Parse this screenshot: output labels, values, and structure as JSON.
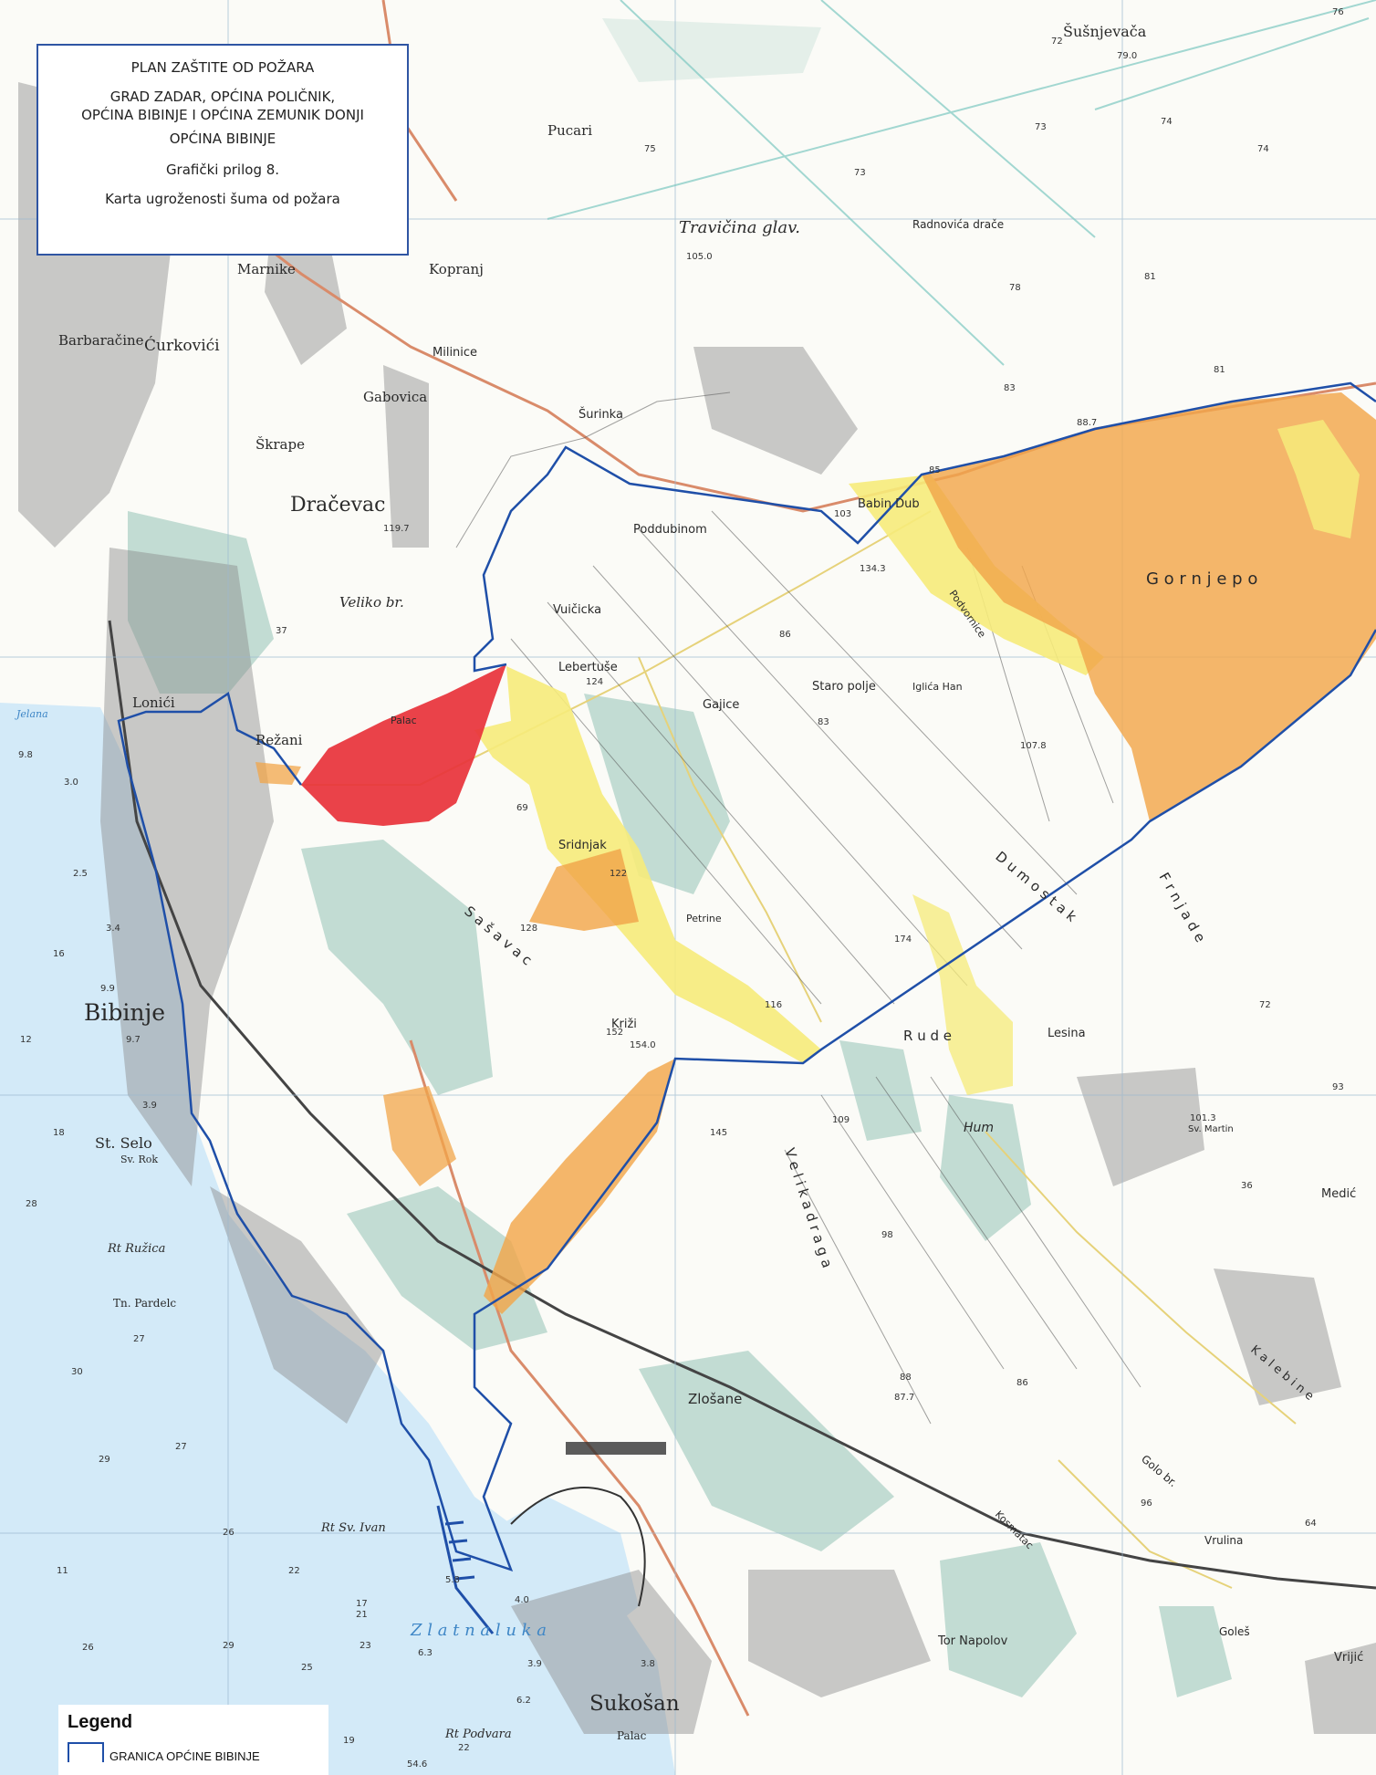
{
  "title_box": {
    "line1": "PLAN ZAŠTITE OD POŽARA",
    "line2": "GRAD ZADAR, OPĆINA POLIČNIK,",
    "line3": "OPĆINA BIBINJE I OPĆINA ZEMUNIK DONJI",
    "line4": "OPĆINA BIBINJE",
    "line5": "Grafički prilog 8.",
    "line6": "Karta ugroženosti šuma od požara"
  },
  "legend": {
    "title": "Legend",
    "items": [
      {
        "label": "GRANICA OPĆINE BIBINJE",
        "color": "#1f4fa8"
      }
    ]
  },
  "colors": {
    "boundary": "#1f4fa8",
    "very_high_risk": "#e8323a",
    "high_risk": "#f2a64a",
    "medium_risk": "#f5ea78",
    "sea": "#cfe8f7",
    "forest": "#bcd9cf",
    "roads": "#d98b6a",
    "settlement": "#6b6b6b"
  },
  "places": [
    {
      "id": "pucari",
      "label": "Pucari"
    },
    {
      "id": "travicina",
      "label": "Travičina glav."
    },
    {
      "id": "radnovica",
      "label": "Radnovića drače"
    },
    {
      "id": "susnjevaca",
      "label": "Šušnjevača"
    },
    {
      "id": "marnike",
      "label": "Marnike"
    },
    {
      "id": "kopranj",
      "label": "Kopranj"
    },
    {
      "id": "barbaracine",
      "label": "Barbaračine"
    },
    {
      "id": "curkovici",
      "label": "Ćurkovići"
    },
    {
      "id": "milinice",
      "label": "Milinice"
    },
    {
      "id": "gabovica",
      "label": "Gabovica"
    },
    {
      "id": "surinka",
      "label": "Šurinka"
    },
    {
      "id": "skrape",
      "label": "Škrape"
    },
    {
      "id": "dracevac",
      "label": "Dračevac"
    },
    {
      "id": "poddubinom",
      "label": "Poddubinom"
    },
    {
      "id": "babin_dub",
      "label": "Babin Dub"
    },
    {
      "id": "gornje_polje",
      "label": "G o r n j e   p o"
    },
    {
      "id": "podvornice",
      "label": "Podvornice"
    },
    {
      "id": "vuicka",
      "label": "Vuičicka"
    },
    {
      "id": "veliko_br",
      "label": "Veliko br."
    },
    {
      "id": "lebertuse",
      "label": "Lebertuše"
    },
    {
      "id": "gajice",
      "label": "Gajice"
    },
    {
      "id": "staro_polje",
      "label": "Staro polje"
    },
    {
      "id": "iglica_han",
      "label": "Iglića Han"
    },
    {
      "id": "lonici",
      "label": "Lonići"
    },
    {
      "id": "rezani",
      "label": "Režani"
    },
    {
      "id": "palac",
      "label": "Palac"
    },
    {
      "id": "sridnjak",
      "label": "Sridnjak"
    },
    {
      "id": "dumostak",
      "label": "D u m o s t a k"
    },
    {
      "id": "frnjade",
      "label": "F r n j a d e"
    },
    {
      "id": "sasavac",
      "label": "S a š a v a c"
    },
    {
      "id": "petrine",
      "label": "Petrine"
    },
    {
      "id": "krizi",
      "label": "Križi"
    },
    {
      "id": "rude",
      "label": "R u d e"
    },
    {
      "id": "lesina",
      "label": "Lesina"
    },
    {
      "id": "bibinje",
      "label": "Bibinje"
    },
    {
      "id": "hum",
      "label": "Hum"
    },
    {
      "id": "sv_martin",
      "label": "Sv. Martin"
    },
    {
      "id": "st_selo",
      "label": "St. Selo"
    },
    {
      "id": "sv_rok",
      "label": "Sv. Rok"
    },
    {
      "id": "medic",
      "label": "Medić"
    },
    {
      "id": "rt_ruzica",
      "label": "Rt Ružica"
    },
    {
      "id": "tn_pardelc",
      "label": "Tn. Pardelc"
    },
    {
      "id": "zlosane",
      "label": "Zlošane"
    },
    {
      "id": "veliki_draga",
      "label": "V e l i k a   d r a g a"
    },
    {
      "id": "golo_br",
      "label": "Golo br."
    },
    {
      "id": "kosmatac",
      "label": "Kosmatac"
    },
    {
      "id": "kalebine",
      "label": "K a l e b i n e"
    },
    {
      "id": "vrulina",
      "label": "Vrulina"
    },
    {
      "id": "rt_sv_ivan",
      "label": "Rt Sv. Ivan"
    },
    {
      "id": "zlatna_luka",
      "label": "Z l a t n a   l u k a"
    },
    {
      "id": "tor_napolov",
      "label": "Tor Napolov"
    },
    {
      "id": "goles",
      "label": "Goleš"
    },
    {
      "id": "sukosan",
      "label": "Sukošan"
    },
    {
      "id": "rt_podvara",
      "label": "Rt Podvara"
    },
    {
      "id": "palac2",
      "label": "Palac"
    },
    {
      "id": "vrijic",
      "label": "Vrijić"
    },
    {
      "id": "jelana",
      "label": "Jelana"
    }
  ],
  "spot_heights": [
    "76",
    "72",
    "79.0",
    "73",
    "74",
    "74",
    "73",
    "75",
    "105.0",
    "78",
    "81",
    "81",
    "83",
    "88.7",
    "85",
    "103",
    "134.3",
    "86",
    "124",
    "83",
    "107.8",
    "69",
    "122",
    "128",
    "174",
    "116",
    "152",
    "154.0",
    "145",
    "109",
    "98",
    "88",
    "87.7",
    "86",
    "93",
    "101.3",
    "119.7",
    "37",
    "9.8",
    "3.0",
    "2.5",
    "3.4",
    "9.9",
    "9.7",
    "3.9",
    "16",
    "12",
    "18",
    "28",
    "27",
    "30",
    "29",
    "27",
    "26",
    "22",
    "17",
    "21",
    "23",
    "25",
    "29",
    "26",
    "11",
    "4.0",
    "3.9",
    "3.8",
    "6.2",
    "6.3",
    "5.8",
    "22",
    "19",
    "54.6",
    "96",
    "36",
    "64",
    "72"
  ]
}
